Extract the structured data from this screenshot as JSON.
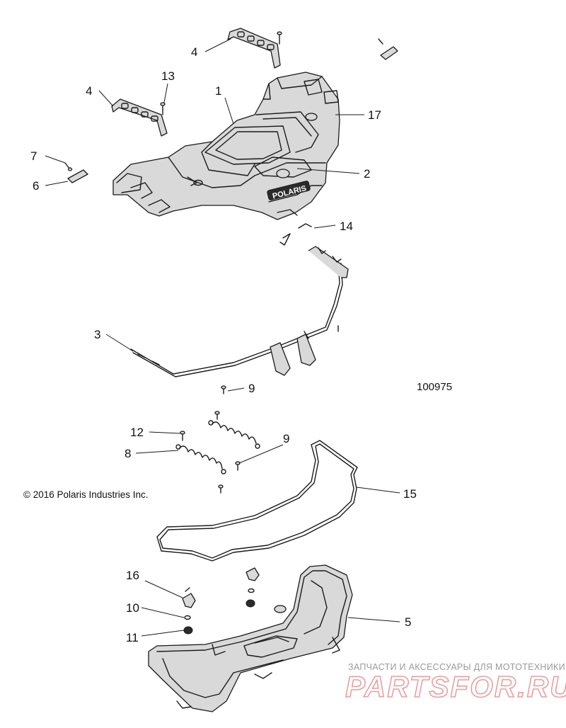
{
  "diagram": {
    "reference_number": "100975",
    "copyright": "© 2016 Polaris Industries Inc.",
    "watermark": {
      "tagline": "ЗАПЧАСТИ И АКСЕССУАРЫ ДЛЯ МОТОТЕХНИКИ",
      "logo_text": "PARTSFOR.RU"
    },
    "brand_mark_on_rack": "POLARIS",
    "callouts": [
      {
        "id": "c1",
        "label": "1"
      },
      {
        "id": "c2",
        "label": "2"
      },
      {
        "id": "c3",
        "label": "3"
      },
      {
        "id": "c4a",
        "label": "4"
      },
      {
        "id": "c4b",
        "label": "4"
      },
      {
        "id": "c5",
        "label": "5"
      },
      {
        "id": "c6",
        "label": "6"
      },
      {
        "id": "c7",
        "label": "7"
      },
      {
        "id": "c8",
        "label": "8"
      },
      {
        "id": "c9a",
        "label": "9"
      },
      {
        "id": "c9b",
        "label": "9"
      },
      {
        "id": "c10",
        "label": "10"
      },
      {
        "id": "c11",
        "label": "11"
      },
      {
        "id": "c12",
        "label": "12"
      },
      {
        "id": "c13",
        "label": "13"
      },
      {
        "id": "c14",
        "label": "14"
      },
      {
        "id": "c15",
        "label": "15"
      },
      {
        "id": "c16",
        "label": "16"
      },
      {
        "id": "c17",
        "label": "17"
      }
    ]
  }
}
